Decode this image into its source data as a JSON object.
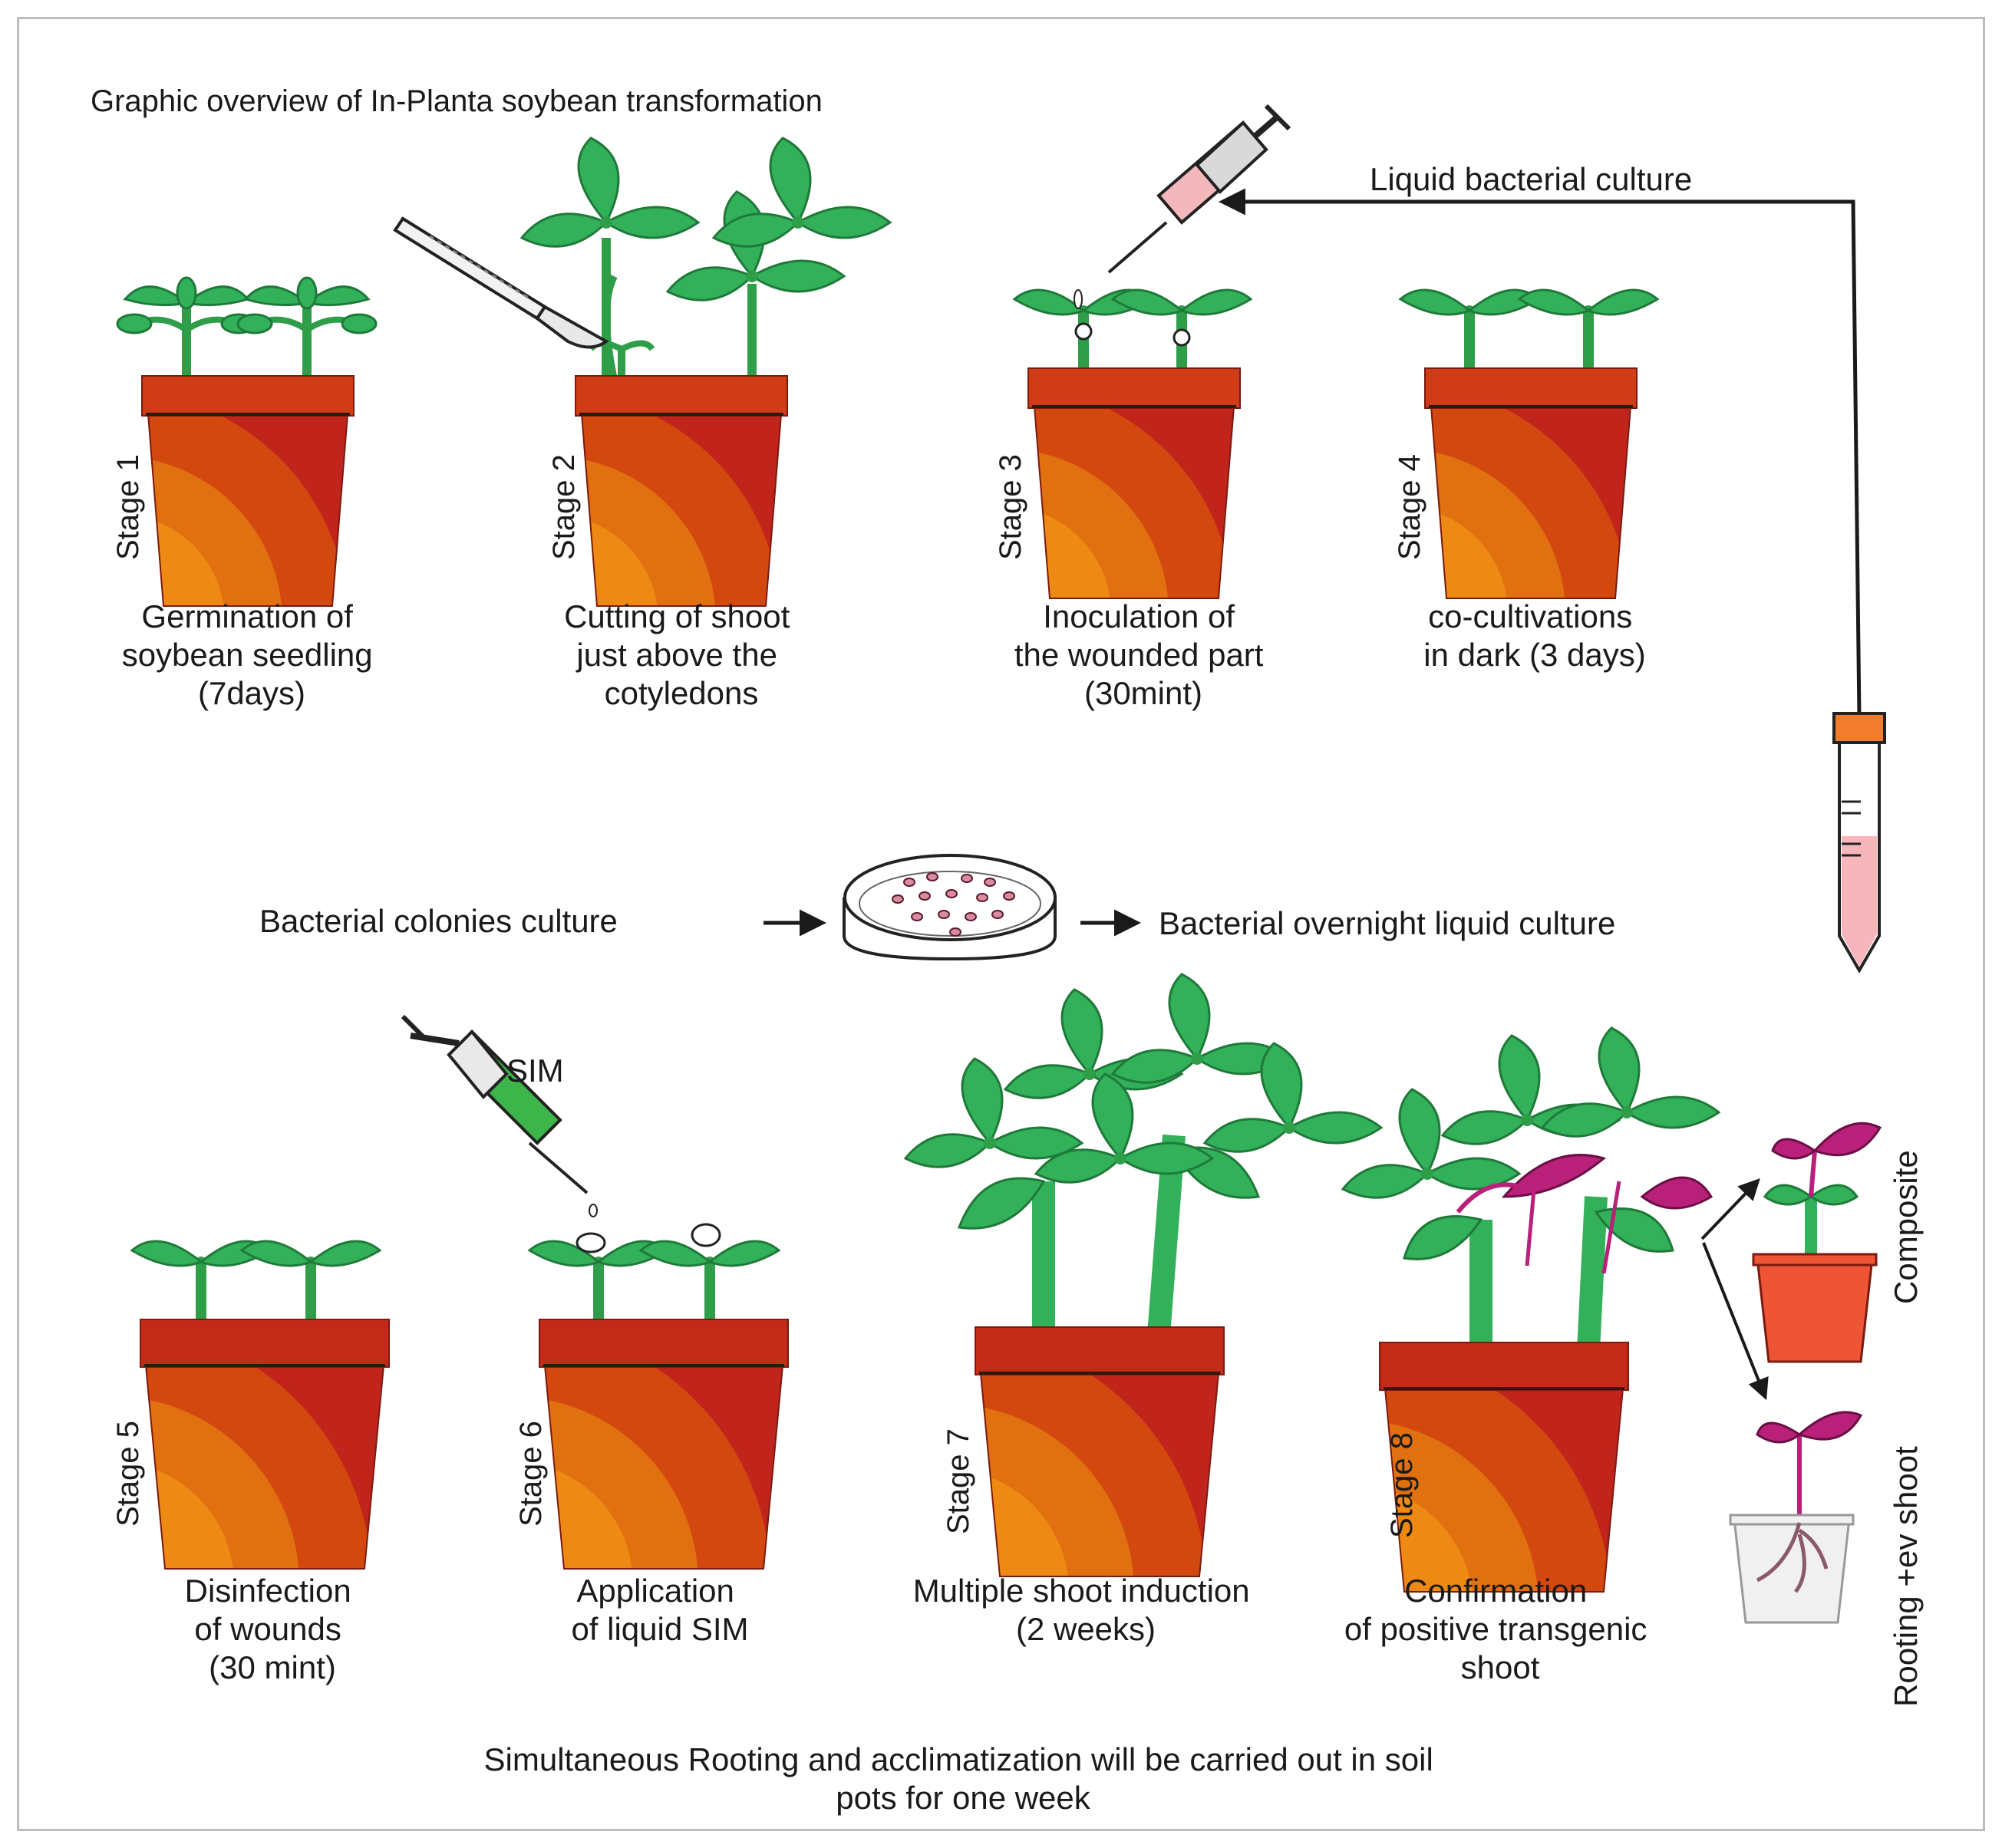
{
  "title": "Graphic overview of In-Planta soybean transformation",
  "stages": [
    {
      "label": "Stage 1",
      "caption": [
        "Germination of",
        "soybean seedling",
        "(7days)"
      ]
    },
    {
      "label": "Stage 2",
      "caption": [
        "Cutting of shoot",
        "just above the",
        "cotyledons"
      ]
    },
    {
      "label": "Stage 3",
      "caption": [
        "Inoculation of",
        "the wounded part",
        "(30mint)"
      ]
    },
    {
      "label": "Stage 4",
      "caption": [
        "co-cultivations",
        "in dark (3 days)"
      ]
    },
    {
      "label": "Stage 5",
      "caption": [
        "Disinfection",
        "of wounds",
        "(30 mint)"
      ]
    },
    {
      "label": "Stage 6",
      "caption": [
        "Application",
        "of liquid SIM"
      ]
    },
    {
      "label": "Stage 7",
      "caption": [
        "Multiple shoot induction",
        "(2 weeks)"
      ]
    },
    {
      "label": "Stage 8",
      "caption": [
        "Confirmation",
        "of positive transgenic",
        "shoot"
      ]
    }
  ],
  "bacteria_flow": {
    "colonies": "Bacterial colonies culture",
    "overnight": "Bacterial overnight liquid culture",
    "liquid_culture": "Liquid bacterial culture"
  },
  "sim_label": "SIM",
  "outcomes": {
    "composite": "Composite",
    "rooting": "Rooting +ev shoot"
  },
  "footer": [
    "Simultaneous Rooting and acclimatization will be carried out in soil",
    "pots for one week"
  ],
  "colors": {
    "pot_dark": "#c0241b",
    "pot_mid": "#d3480f",
    "pot_light": "#e87a10",
    "leaf": "#2eaa4f",
    "transgenic": "#b8207a",
    "tube_cap": "#f07c2c",
    "liquid": "#f7b6bb",
    "sim_liquid": "#3cb54a"
  }
}
